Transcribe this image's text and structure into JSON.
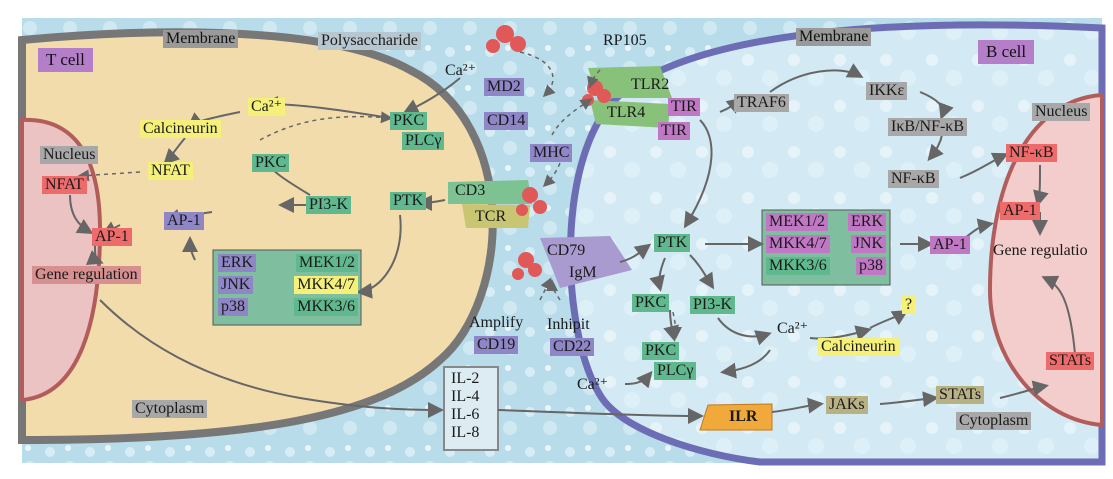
{
  "cells": {
    "t_cell": "T cell",
    "b_cell": "B cell",
    "membrane_left": "Membrane",
    "membrane_right": "Membrane",
    "polysaccharide": "Polysaccharide",
    "nucleus_left": "Nucleus",
    "nucleus_right": "Nucleus",
    "cytoplasm_left": "Cytoplasm",
    "cytoplasm_right": "Cytoplasm"
  },
  "t_side": {
    "ca_top": "Ca²⁺",
    "ca_left": "Ca²⁺",
    "calcineurin": "Calcineurin",
    "nfat_cyto": "NFAT",
    "nfat_nuc": "NFAT",
    "pkc1": "PKC",
    "plcg": "PLCγ",
    "pkc2": "PKC",
    "pi3k": "PI3-K",
    "ptk": "PTK",
    "ap1_cyto": "AP-1",
    "ap1_nuc": "AP-1",
    "gene_reg": "Gene regulation",
    "cd3": "CD3",
    "tcr": "TCR",
    "mapk_rows": [
      {
        "a": "ERK",
        "b": "MEK1/2"
      },
      {
        "a": "JNK",
        "b": "MKK4/7"
      },
      {
        "a": "p38",
        "b": "MKK3/6"
      }
    ]
  },
  "center": {
    "md2": "MD2",
    "cd14": "CD14",
    "mhc": "MHC",
    "rp105": "RP105",
    "tlr2": "TLR2",
    "tlr4": "TLR4",
    "tir1": "TIR",
    "tir2": "TIR",
    "cd79": "CD79",
    "igm": "IgM",
    "amplify": "Amplify",
    "cd19": "CD19",
    "inhibit": "Inhipit",
    "cd22": "CD22",
    "ils": [
      "IL-2",
      "IL-4",
      "IL-6",
      "IL-8"
    ],
    "ca_bottom": "Ca²⁺"
  },
  "b_side": {
    "traf6": "TRAF6",
    "ikk": "IKKε",
    "ikb": "IκB/NF-κB",
    "nfkb_cyto": "NF-κB",
    "nfkb_nuc": "NF-κB",
    "ptk": "PTK",
    "mapk_rows": [
      {
        "a": "MEK1/2",
        "b": "ERK"
      },
      {
        "a": "MKK4/7",
        "b": "JNK"
      },
      {
        "a": "MKK3/6",
        "b": "p38"
      }
    ],
    "ap1_cyto": "AP-1",
    "ap1_nuc": "AP-1",
    "gene_reg": "Gene regulatio",
    "pkc1": "PKC",
    "pi3k": "PI3-K",
    "ca_mid": "Ca²⁺",
    "question": "?",
    "calcineurin": "Calcineurin",
    "pkc2": "PKC",
    "plcg": "PLCγ",
    "ilr": "ILR",
    "jaks": "JAKs",
    "stats_cyto": "STATs",
    "stats_nuc": "STATs"
  }
}
